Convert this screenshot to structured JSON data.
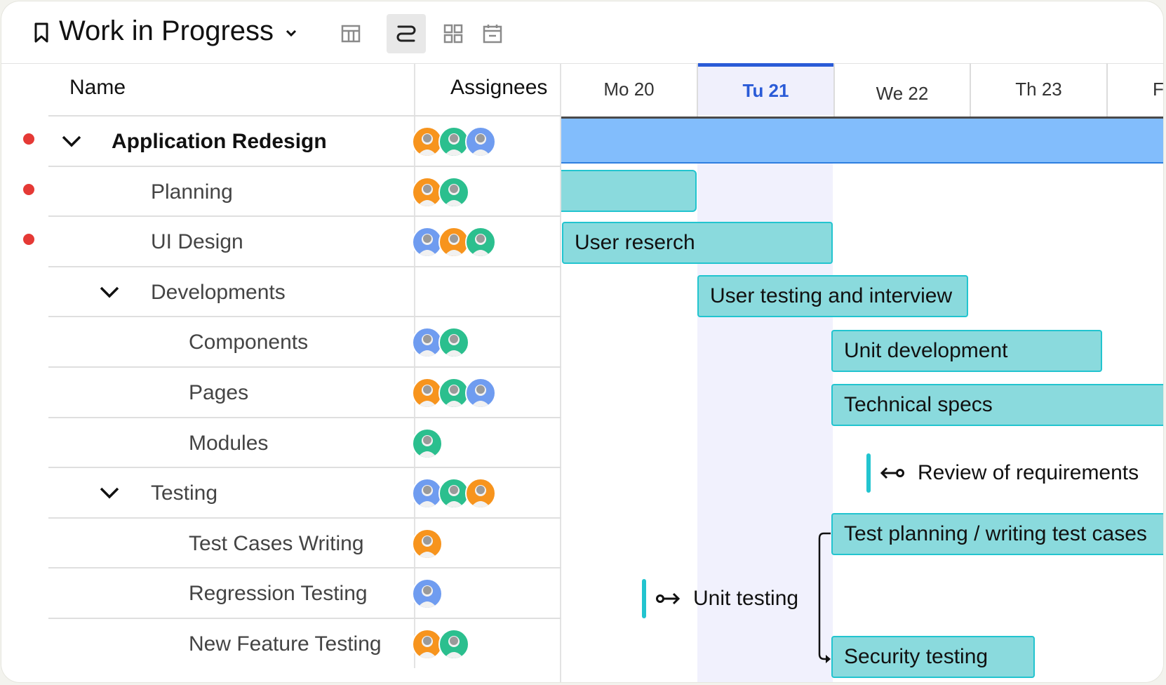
{
  "toolbar": {
    "title": "Work in Progress",
    "views": [
      {
        "name": "grid-view-icon",
        "active": false
      },
      {
        "name": "gantt-view-icon",
        "active": true
      },
      {
        "name": "board-view-icon",
        "active": false
      },
      {
        "name": "calendar-view-icon",
        "active": false
      }
    ]
  },
  "table": {
    "headers": {
      "name": "Name",
      "assignees": "Assignees"
    },
    "rows": [
      {
        "label": "Application Redesign",
        "level": 0,
        "expanded": true,
        "flagged": true,
        "bold": true,
        "assignees": [
          "orange",
          "green",
          "blue"
        ]
      },
      {
        "label": "Planning",
        "level": 1,
        "flagged": true,
        "assignees": [
          "orange",
          "green"
        ]
      },
      {
        "label": "UI Design",
        "level": 1,
        "flagged": true,
        "assignees": [
          "blue",
          "orange",
          "green"
        ]
      },
      {
        "label": "Developments",
        "level": 1,
        "expanded": true,
        "assignees": []
      },
      {
        "label": "Components",
        "level": 2,
        "assignees": [
          "blue",
          "green"
        ]
      },
      {
        "label": "Pages",
        "level": 2,
        "assignees": [
          "orange",
          "green",
          "blue"
        ]
      },
      {
        "label": "Modules",
        "level": 2,
        "assignees": [
          "green"
        ]
      },
      {
        "label": "Testing",
        "level": 1,
        "expanded": true,
        "assignees": [
          "blue",
          "green",
          "orange"
        ]
      },
      {
        "label": "Test Cases Writing",
        "level": 2,
        "assignees": [
          "orange"
        ]
      },
      {
        "label": "Regression Testing",
        "level": 2,
        "assignees": [
          "blue"
        ]
      },
      {
        "label": "New Feature Testing",
        "level": 2,
        "assignees": [
          "orange",
          "green"
        ]
      }
    ]
  },
  "timeline": {
    "days": [
      "Mo 20",
      "Tu 21",
      "We 22",
      "Th 23",
      "F"
    ],
    "today": "Tu 21",
    "tasks": [
      {
        "label": "User reserch"
      },
      {
        "label": "User testing and interview"
      },
      {
        "label": "Unit development"
      },
      {
        "label": "Technical specs"
      },
      {
        "label": "Test planning / writing test cases"
      },
      {
        "label": "Security testing"
      }
    ],
    "milestones": [
      {
        "label": "Review of  requirements"
      },
      {
        "label": "Unit testing"
      }
    ]
  },
  "colors": {
    "avatar_orange": "#f7941d",
    "avatar_green": "#2bbf8e",
    "avatar_blue": "#6f9cf0",
    "task_fill": "#8adadd",
    "task_border": "#22c4cf",
    "summary_fill": "#82bdfc",
    "today_text": "#2a5bd7",
    "flag_dot": "#e53935"
  }
}
